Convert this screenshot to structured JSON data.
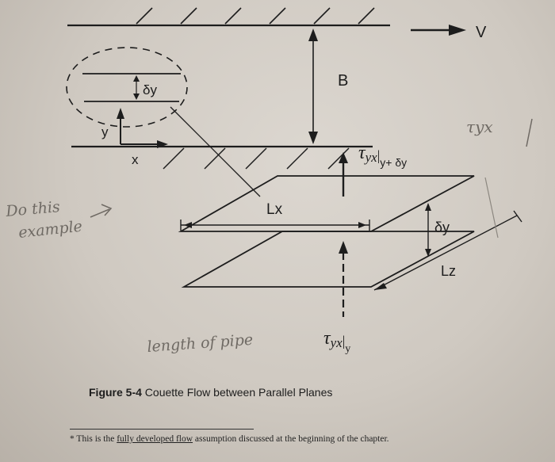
{
  "labels": {
    "velocity": "V",
    "gap": "B",
    "delta_y_inset": "δy",
    "axis_y": "y",
    "axis_x": "x",
    "length_x": "Lx",
    "delta_y": "δy",
    "length_z": "Lz"
  },
  "stress": {
    "top_symbol": "τ",
    "top_sub": "yx",
    "top_eval": "y+ δy",
    "bottom_symbol": "τ",
    "bottom_sub": "yx",
    "bottom_eval": "y"
  },
  "handwriting": {
    "note_1": "Do this",
    "note_2": "example",
    "length_note": "length of pipe",
    "tau_note": "τyx"
  },
  "caption": {
    "figure_number": "Figure 5-4",
    "title": "Couette Flow between Parallel Planes"
  },
  "footnote": {
    "marker": "*",
    "pre": "This is the",
    "link": "fully developed flow",
    "post": "assumption discussed at the beginning of the chapter."
  }
}
